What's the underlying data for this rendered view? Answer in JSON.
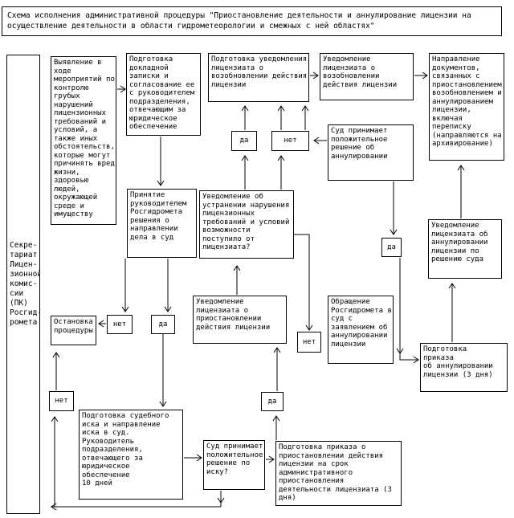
{
  "title": "Схема исполнения административной процедуры \"Приостановление деятельности и аннулирование лицензии на осуществление деятельности в области гидрометеорологии и смежных с ней областях\"",
  "sidebar": {
    "label": "Секре-\nтариат\nЛицен-\nзионной\nкомис-\nсии\n(ПК)\nРосгид-\nромета"
  },
  "labels": {
    "yes": "да",
    "no": "нет"
  },
  "nodes": {
    "vyyavlenie": "Выявление в ходе мероприятий по контролю грубых нарушений лицензионных требований и условий, а также иных обстоятельств, которые могут причинять вред жизни, здоровью людей, окружающей среде и имуществу",
    "dokladnaya": "Подготовка докладной записки и согласование ее с руководителем подразделения, отвечающим за юридическое обеспечение",
    "podgotovka_uved_vozobn": "Подготовка уведомления лицензиата о возобновлении действия лицензии",
    "uved_vozobn": "Уведомление лицензиата о возобновлении действия лицензии",
    "napravlenie_dok": "Направление документов, связанных с приостановлением, возобновлением и аннулированием лицензии, включая переписку (направляются на архивирование)",
    "sud_annul": "Суд принимает положительное решение об аннулировании",
    "prinyatie": "Принятие руководителем Росгидромета решения о направлении дела в суд",
    "uved_ustranenie": "Уведомление об устранении нарушения лицензионных требований и условий возможности поступило от лицензиата?",
    "uved_annul_sud": "Уведомление лицензиата об аннулировании лицензии по решению суда",
    "ostanovka": "Остановка процедуры",
    "uved_priost": "Уведомление лицензиата о приостановлении действия лицензии",
    "obrashchenie": "Обращение Росгидромета в суд с заявлением об аннулировании лицензии",
    "prikaz_annul": "Подготовка\nприказа\nоб аннулировании\nлицензии (3 дня)",
    "isk": "Подготовка судебного иска и направление иска в суд.\nРуководитель подразделения, отвечающего за юридическое обеспечение\n10 дней",
    "sud_isk": "Суд принимает положительное решение по иску?",
    "prikaz_priost": "Подготовка приказа о приостановлении действия лицензии на срок административного приостановления деятельности лицензиата (3 дня)"
  }
}
